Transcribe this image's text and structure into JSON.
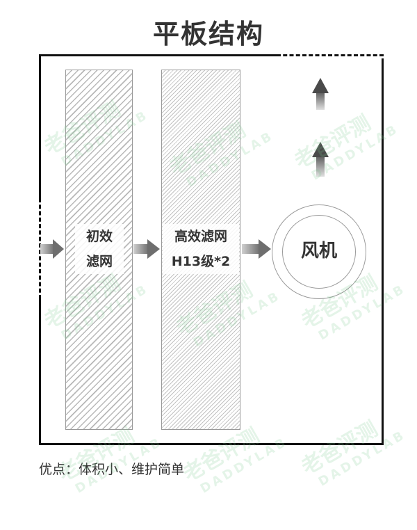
{
  "title": "平板结构",
  "filters": {
    "primary_line1": "初效",
    "primary_line2": "滤网",
    "hepa_line1": "高效滤网",
    "hepa_line2": "H13级*2"
  },
  "fan": {
    "label": "风机"
  },
  "note": "优点：体积小、维护简单",
  "watermark": {
    "cn": "老爸评测",
    "en": "DADDYLAB"
  },
  "colors": {
    "arrow": "#8a8a8a",
    "frame": "#111111",
    "watermark": "#78c88c"
  },
  "icons": [
    "arrow-right-icon",
    "arrow-up-icon",
    "fan-circle-icon"
  ]
}
